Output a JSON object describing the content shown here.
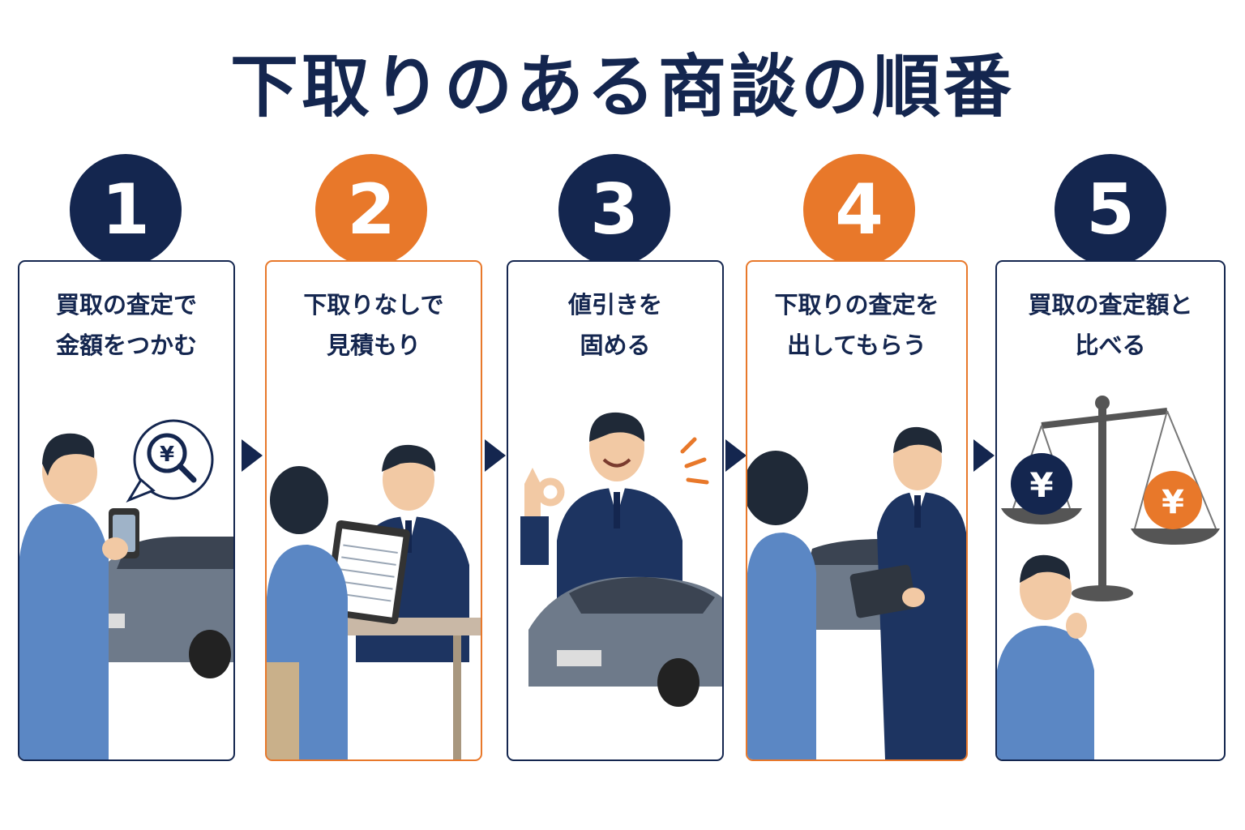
{
  "title": "下取りのある商談の順番",
  "colors": {
    "navy": "#14264f",
    "orange": "#e8782a",
    "shirt": "#5b87c4",
    "suit": "#1d3461",
    "car": "#6e7a8a"
  },
  "steps": [
    {
      "number": "1",
      "color": "navy",
      "line1": "買取の査定で",
      "line2": "金額をつかむ",
      "icon": "search-yen-icon"
    },
    {
      "number": "2",
      "color": "orange",
      "line1": "下取りなしで",
      "line2": "見積もり",
      "icon": "clipboard-icon"
    },
    {
      "number": "3",
      "color": "navy",
      "line1": "値引きを",
      "line2": "固める",
      "icon": "ok-hand-icon"
    },
    {
      "number": "4",
      "color": "orange",
      "line1": "下取りの査定を",
      "line2": "出してもらう",
      "icon": "tablet-icon"
    },
    {
      "number": "5",
      "color": "navy",
      "line1": "買取の査定額と",
      "line2": "比べる",
      "icon": "balance-scale-icon"
    }
  ],
  "yen_symbol": "¥"
}
